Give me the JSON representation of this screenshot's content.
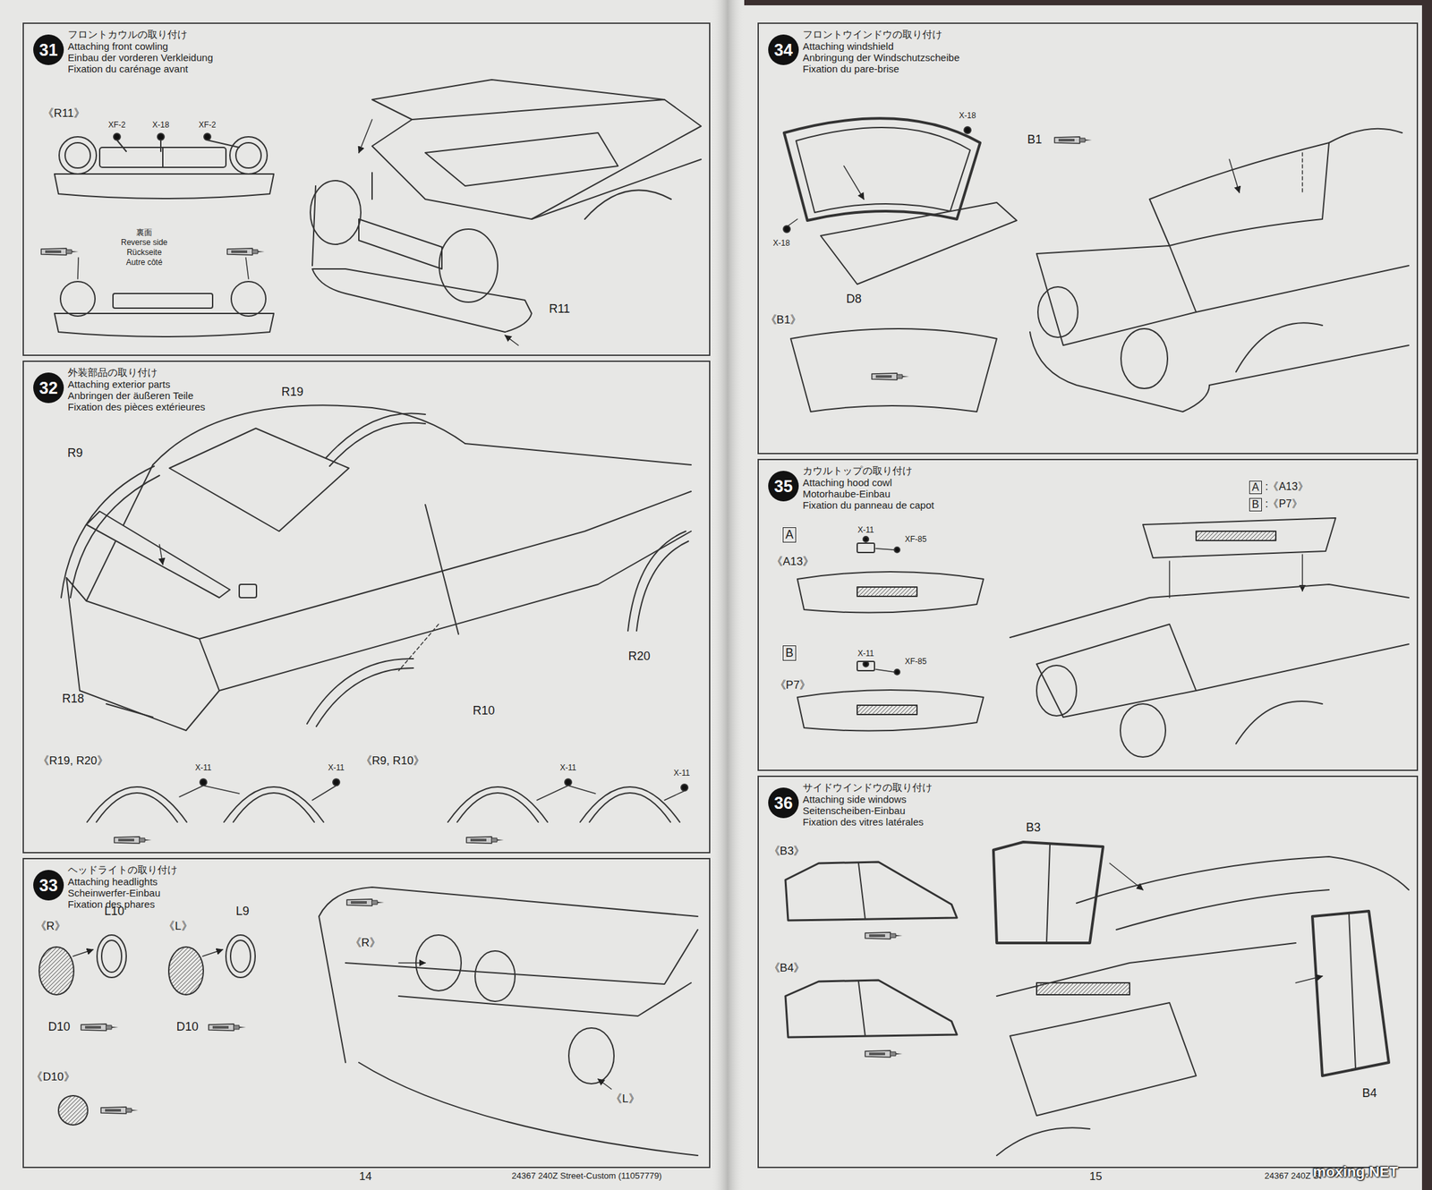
{
  "diagram": {
    "nodes": [
      {
        "text": [
          "フロントカウルの取り付け",
          "Attaching front cowling",
          "Einbau der vorderen Verkleidung",
          "Fixation du carénage avant"
        ]
      },
      {
        "text": [
          "31"
        ],
        "in": 0
      },
      {
        "text": [
          "外装部品の取り付け",
          "Attaching exterior parts",
          "Anbringen der äußeren Teile",
          "Fixation des pièces extérieures"
        ]
      },
      {
        "text": [
          "32"
        ],
        "in": 2
      },
      {
        "text": [
          "ヘッドライトの取り付け",
          "Attaching headlights",
          "Scheinwerfer-Einbau",
          "Fixation des phares"
        ]
      },
      {
        "text": [
          "33"
        ],
        "in": 4
      },
      {
        "text": [
          "フロントウインドウの取り付け",
          "Attaching windshield",
          "Anbringung der Windschutzscheibe",
          "Fixation du pare-brise"
        ]
      },
      {
        "text": [
          "34"
        ],
        "in": 6
      },
      {
        "text": [
          "カウルトップの取り付け",
          "Attaching hood cowl",
          "Motorhaube-Einbau",
          "Fixation du panneau de capot"
        ]
      },
      {
        "text": [
          "35"
        ],
        "in": 8
      },
      {
        "text": [
          "サイドウインドウの取り付け",
          "Attaching side windows",
          "Seitenscheiben-Einbau",
          "Fixation des vitres latérales"
        ]
      },
      {
        "text": [
          "36"
        ],
        "in": 10
      }
    ],
    "labels": [
      "《R11》",
      "XF-2",
      "X-18",
      "XF-2",
      "裏面",
      "Reverse side",
      "Rückseite",
      "Autre côté",
      "R11",
      "R19",
      "R9",
      "R18",
      "R20",
      "R10",
      "《R19, R20》",
      "X-11",
      "X-11",
      "《R9, R10》",
      "X-11",
      "X-11",
      "《R》",
      "L10",
      "《L》",
      "L9",
      "D10",
      "D10",
      "《D10》",
      "《R》",
      "《L》",
      "X-18",
      "B1",
      "X-18",
      "D8",
      "《B1》",
      "A",
      ":《A13》",
      "B",
      ":《P7》",
      "A",
      "X-11",
      "XF-85",
      "《A13》",
      "B",
      "X-11",
      "XF-85",
      "《P7》",
      "B3",
      "《B3》",
      "《B4》",
      "B4",
      "14",
      "24367 240Z Street-Custom (11057779)",
      "15",
      "24367 240Z St",
      "moxing.NET"
    ]
  }
}
